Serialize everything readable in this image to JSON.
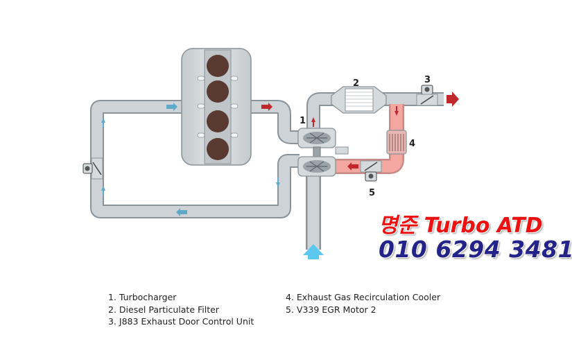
{
  "brand": {
    "name": "명준 Turbo ATD",
    "phone": "010 6294 3481"
  },
  "callouts": [
    "1",
    "2",
    "3",
    "4",
    "5"
  ],
  "legend": {
    "left": [
      "1. Turbocharger",
      "2. Diesel Particulate Filter",
      "3. J883 Exhaust Door Control Unit"
    ],
    "right": [
      "4. Exhaust Gas Recirculation Cooler",
      "5. V339 EGR Motor 2"
    ]
  },
  "colors": {
    "pipe": "#c8ced2",
    "pipe_outline": "#8a9399",
    "engine": "#d6dadd",
    "cylinder": "#5a3a30",
    "egr_hot": "#f4a7a0",
    "arrow_exhaust": "#c0282b",
    "arrow_intake": "#5fa9c9",
    "arrow_fresh_air": "#5cc8ee"
  }
}
